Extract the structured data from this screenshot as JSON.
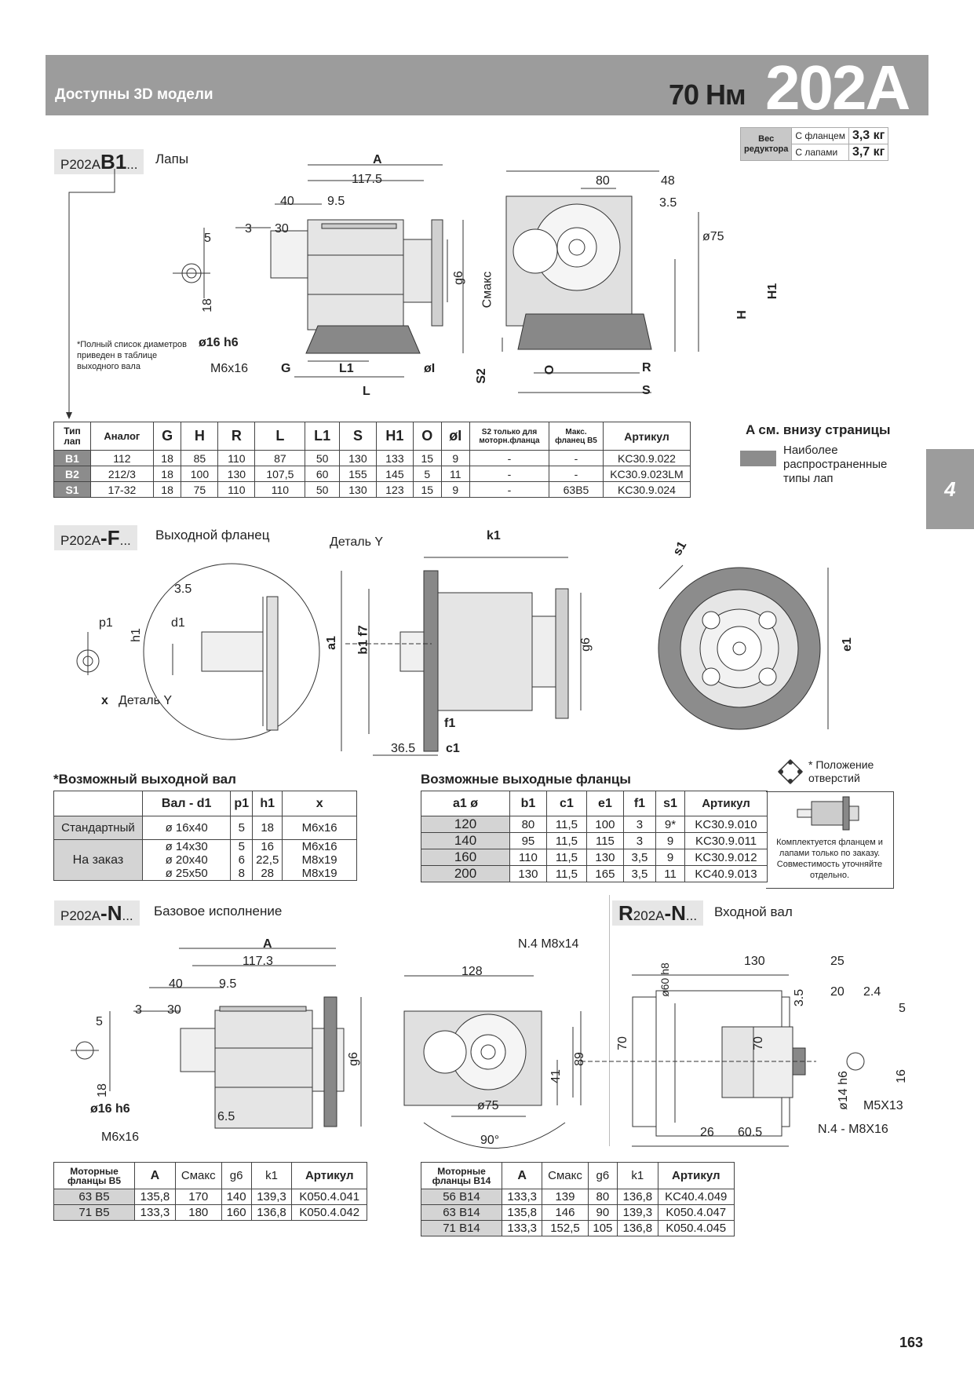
{
  "header": {
    "left_text": "Доступны 3D модели",
    "torque": "70 Нм",
    "model": "202A"
  },
  "side_tab": "4",
  "weight": {
    "label_line1": "Вес",
    "label_line2": "редуктора",
    "row1_label": "С фланцем",
    "row1_value": "3,3 кг",
    "row2_label": "С лапами",
    "row2_value": "3,7 кг"
  },
  "sections": {
    "b1": {
      "prefix": "P202A",
      "code": "B1",
      "suffix": "...",
      "desc": "Лапы"
    },
    "f": {
      "prefix": "P202A",
      "code": "-F",
      "suffix": "...",
      "desc": "Выходной фланец"
    },
    "n": {
      "prefix": "P202A",
      "code": "-N",
      "suffix": "...",
      "desc": "Базовое исполнение"
    },
    "rn": {
      "prefix_big": "R",
      "prefix": "202A",
      "code": "-N",
      "suffix": "...",
      "desc": "Входной вал"
    }
  },
  "shaft_note": "*Полный список диаметров приведен в таблице выходного вала",
  "feet_table": {
    "headers": [
      "Тип лап",
      "Аналог",
      "G",
      "H",
      "R",
      "L",
      "L1",
      "S",
      "H1",
      "O",
      "øI",
      "S2 только для моторн.фланца",
      "Макс. фланец B5",
      "Артикул"
    ],
    "rows": [
      [
        "B1",
        "112",
        "18",
        "85",
        "110",
        "87",
        "50",
        "130",
        "133",
        "15",
        "9",
        "-",
        "-",
        "KC30.9.022"
      ],
      [
        "B2",
        "212/3",
        "18",
        "100",
        "130",
        "107,5",
        "60",
        "155",
        "145",
        "5",
        "11",
        "-",
        "-",
        "KC30.9.023LM"
      ],
      [
        "S1",
        "17-32",
        "18",
        "75",
        "110",
        "110",
        "50",
        "130",
        "123",
        "15",
        "9",
        "-",
        "63B5",
        "KC30.9.024"
      ]
    ]
  },
  "legend": {
    "title": "A см. внизу страницы",
    "text": "Наиболее распространенные типы лап"
  },
  "shaft_table": {
    "title": "*Возможный выходной вал",
    "headers": [
      "",
      "Вал - d1",
      "p1",
      "h1",
      "x"
    ],
    "standard": {
      "label": "Стандартный",
      "d1": "ø 16x40",
      "p1": "5",
      "h1": "18",
      "x": "M6x16"
    },
    "order_label": "На заказ",
    "order": [
      {
        "d1": "ø 14x30",
        "p1": "5",
        "h1": "16",
        "x": "M6x16"
      },
      {
        "d1": "ø 20x40",
        "p1": "6",
        "h1": "22,5",
        "x": "M8x19"
      },
      {
        "d1": "ø 25x50",
        "p1": "8",
        "h1": "28",
        "x": "M8x19"
      }
    ]
  },
  "flange_table": {
    "title": "Возможные выходные фланцы",
    "hole_note": "* Положение отверстий",
    "headers": [
      "a1 ø",
      "b1",
      "c1",
      "e1",
      "f1",
      "s1",
      "Артикул"
    ],
    "rows": [
      [
        "120",
        "80",
        "11,5",
        "100",
        "3",
        "9*",
        "KC30.9.010"
      ],
      [
        "140",
        "95",
        "11,5",
        "115",
        "3",
        "9",
        "KC30.9.011"
      ],
      [
        "160",
        "110",
        "11,5",
        "130",
        "3,5",
        "9",
        "KC30.9.012"
      ],
      [
        "200",
        "130",
        "11,5",
        "165",
        "3,5",
        "11",
        "KC40.9.013"
      ]
    ],
    "side_note": "Комплектуется фланцем и лапами только по заказу. Совместимость уточняйте отдельно."
  },
  "b5_table": {
    "headers": [
      "Моторные фланцы B5",
      "A",
      "Cмакс",
      "g6",
      "k1",
      "Артикул"
    ],
    "rows": [
      [
        "63 B5",
        "135,8",
        "170",
        "140",
        "139,3",
        "K050.4.041"
      ],
      [
        "71 B5",
        "133,3",
        "180",
        "160",
        "136,8",
        "K050.4.042"
      ]
    ]
  },
  "b14_table": {
    "headers": [
      "Моторные фланцы B14",
      "A",
      "Cмакс",
      "g6",
      "k1",
      "Артикул"
    ],
    "rows": [
      [
        "56 B14",
        "133,3",
        "139",
        "80",
        "136,8",
        "KC40.4.049"
      ],
      [
        "63 B14",
        "135,8",
        "146",
        "90",
        "139,3",
        "K050.4.047"
      ],
      [
        "71 B14",
        "133,3",
        "152,5",
        "105",
        "136,8",
        "K050.4.045"
      ]
    ]
  },
  "dims": {
    "b1_side": [
      "A",
      "117.5",
      "40",
      "9.5",
      "3",
      "30",
      "5",
      "18",
      "ø16 h6",
      "M6x16",
      "G",
      "L1",
      "L",
      "øI",
      "S2",
      "g6",
      "Cмакс"
    ],
    "b1_front": [
      "80",
      "48",
      "3.5",
      "ø75",
      "H",
      "H1",
      "O",
      "R",
      "S"
    ],
    "f_detail": [
      "3.5",
      "p1",
      "h1",
      "d1",
      "x",
      "Деталь Y"
    ],
    "f_side": [
      "Деталь Y",
      "k1",
      "a1",
      "b1 f7",
      "g6",
      "f1",
      "36.5",
      "c1"
    ],
    "f_front": [
      "s1",
      "e1"
    ],
    "n_side": [
      "A",
      "117.3",
      "40",
      "9.5",
      "3",
      "30",
      "5",
      "18",
      "g6",
      "ø16 h6",
      "6.5",
      "M6x16"
    ],
    "n_front": [
      "N.4 M8x14",
      "128",
      "89",
      "41",
      "ø75",
      "90°"
    ],
    "rn": [
      "ø60 h8",
      "130",
      "25",
      "3.5",
      "20",
      "2.4",
      "5",
      "70",
      "70",
      "16",
      "ø14 h6",
      "M5X13",
      "N.4 - M8X16",
      "26",
      "60.5"
    ]
  },
  "page_number": "163"
}
